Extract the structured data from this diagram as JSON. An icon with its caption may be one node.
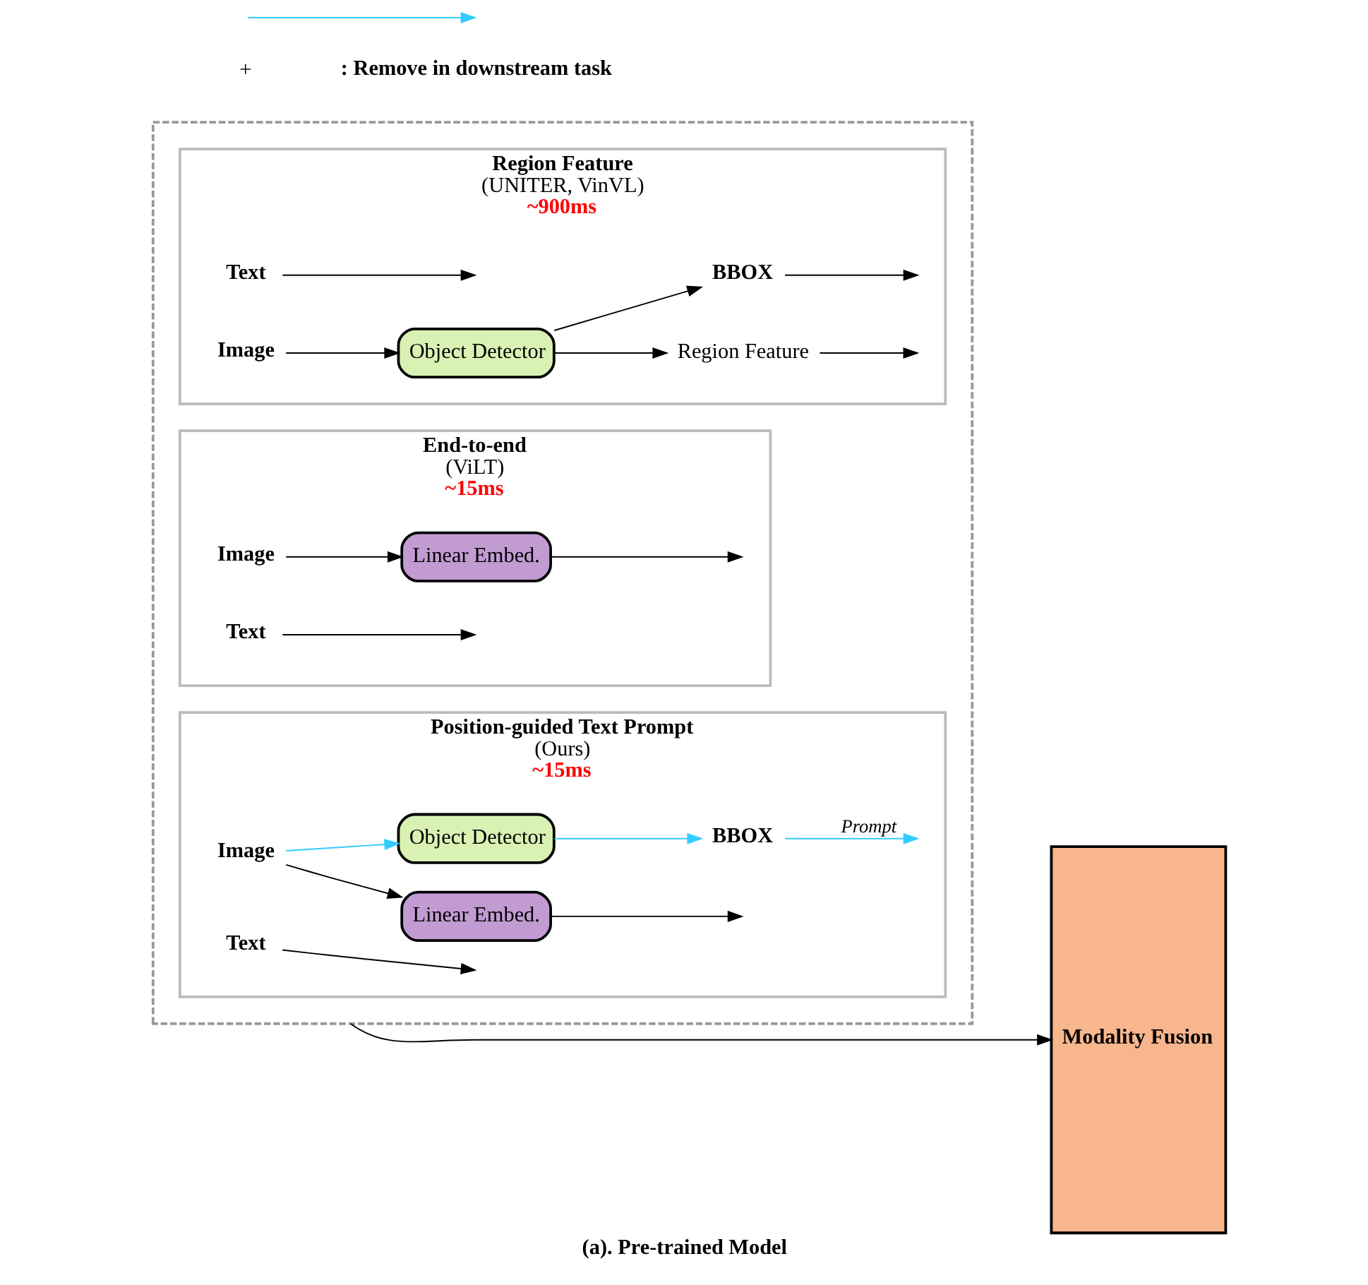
{
  "diagram": {
    "caption": "(a). Pre-trained Model",
    "nodes": [
      {
        "text": [],
        "shape": "box"
      },
      {
        "text": [
          "Region Feature",
          "(UNITER, VinVL)"
        ],
        "in": 0,
        "beside": [
          "~900ms"
        ]
      },
      {
        "text": [
          "Image"
        ],
        "in": 1
      },
      {
        "text": [
          "Object Detector"
        ],
        "in": 1
      },
      {
        "text": [
          "Region Feature"
        ],
        "in": 1
      },
      {
        "text": [
          "BBOX"
        ],
        "in": 1
      },
      {
        "text": [
          "Text"
        ],
        "in": 1
      },
      {
        "text": [
          "End-to-end",
          "(ViLT)"
        ],
        "in": 0,
        "beside": [
          "~15ms"
        ]
      },
      {
        "text": [
          "Image"
        ],
        "in": 7
      },
      {
        "text": [
          "Linear Embed."
        ],
        "in": 7
      },
      {
        "text": [
          "Text"
        ],
        "in": 7
      },
      {
        "text": [
          "Position-guided Text Prompt",
          "(Ours)"
        ],
        "in": 0,
        "beside": [
          "~15ms"
        ]
      },
      {
        "text": [
          "Image"
        ],
        "in": 11
      },
      {
        "text": [
          "Linear Embed."
        ],
        "in": 11
      },
      {
        "text": [
          "Object Detector"
        ],
        "in": 11
      },
      {
        "text": [
          "BBOX"
        ],
        "in": 11
      },
      {
        "text": [
          "Text"
        ],
        "in": 11
      },
      {
        "text": [
          "Modality Fusion"
        ]
      }
    ],
    "edges": [
      {
        "from": 2,
        "to": 3,
        "arrow": "to"
      },
      {
        "from": 3,
        "to": 4,
        "arrow": "to"
      },
      {
        "from": 3,
        "to": 5,
        "arrow": "to"
      },
      {
        "from": 4,
        "to": null,
        "arrow": "to"
      },
      {
        "from": 5,
        "to": null,
        "arrow": "to"
      },
      {
        "from": 6,
        "to": null,
        "arrow": "to"
      },
      {
        "from": 8,
        "to": 9,
        "arrow": "to"
      },
      {
        "from": 9,
        "to": null,
        "arrow": "to"
      },
      {
        "from": 10,
        "to": null,
        "arrow": "to"
      },
      {
        "from": 12,
        "to": 13,
        "arrow": "to"
      },
      {
        "from": 13,
        "to": null,
        "arrow": "to"
      },
      {
        "from": 12,
        "to": 14,
        "arrow": "to",
        "color": "#33ccff"
      },
      {
        "from": 14,
        "to": 15,
        "arrow": "to",
        "color": "#33ccff"
      },
      {
        "from": 15,
        "to": null,
        "arrow": "to",
        "color": "#33ccff",
        "label": "Prompt"
      },
      {
        "from": 16,
        "to": null,
        "arrow": "to"
      },
      {
        "from": 0,
        "to": 17,
        "arrow": "to"
      }
    ],
    "labels": [
      "+"
    ],
    "legend": [
      {
        "text": ": Remove in downstream task",
        "color": "#33ccff"
      }
    ]
  }
}
